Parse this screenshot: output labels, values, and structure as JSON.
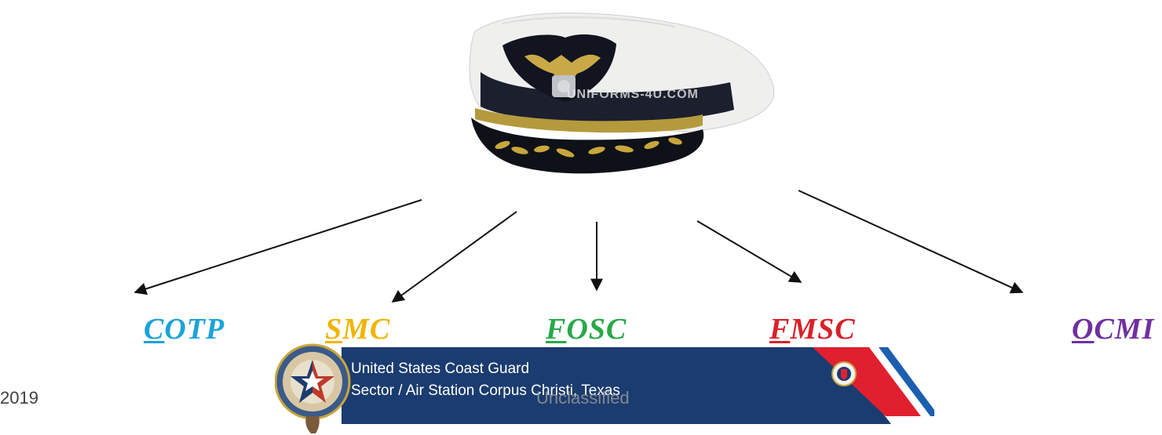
{
  "roles": [
    {
      "first": "C",
      "rest": "OTP",
      "color": "#1ba3d8"
    },
    {
      "first": "S",
      "rest": "MC",
      "color": "#f0b400"
    },
    {
      "first": "F",
      "rest": "OSC",
      "color": "#2aa84a"
    },
    {
      "first": "F",
      "rest": "MSC",
      "color": "#d8212a"
    },
    {
      "first": "O",
      "rest": "CMI",
      "color": "#7030a0"
    }
  ],
  "cap": {
    "watermark": "UNIFORMS-4U.COM"
  },
  "banner": {
    "line1": "United States Coast Guard",
    "line2": "Sector / Air Station Corpus Christi, Texas",
    "color": "#1b3c70"
  },
  "footer": {
    "date": "2019",
    "classification": "Unclassified"
  }
}
